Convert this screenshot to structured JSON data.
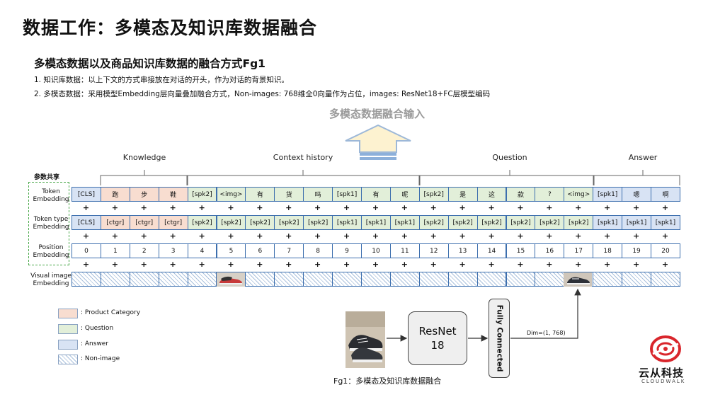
{
  "title": "数据工作：多模态及知识库数据融合",
  "subtitle": "多模态数据以及商品知识库数据的融合方式Fg1",
  "bullets": [
    "1. 知识库数据：以上下文的方式串接放在对话的开头，作为对话的背景知识。",
    "2. 多模态数据：采用模型Embedding层向量叠加融合方式，Non-images: 768维全0向量作为占位，images: ResNet18+FC层模型编码"
  ],
  "input_label": "多模态数据融合输入",
  "groups": [
    "Knowledge",
    "Context history",
    "Question",
    "Answer"
  ],
  "param_share": "参数共享",
  "row_labels": {
    "token": "Token Embedding",
    "token_type": "Token type Embedding",
    "position": "Position Embedding",
    "visual": "Visual image Embedding"
  },
  "plus": "+",
  "tokens": [
    "[CLS]",
    "跑",
    "步",
    "鞋",
    "[spk2]",
    "<img>",
    "有",
    "货",
    "吗",
    "[spk1]",
    "有",
    "呢",
    "[spk2]",
    "是",
    "这",
    "款",
    "?",
    "<img>",
    "[spk1]",
    "嗯",
    "啊"
  ],
  "token_types": [
    "[CLS]",
    "[ctgr]",
    "[ctgr]",
    "[ctgr]",
    "[spk2]",
    "[spk2]",
    "[spk2]",
    "[spk2]",
    "[spk2]",
    "[spk1]",
    "[spk1]",
    "[spk1]",
    "[spk2]",
    "[spk2]",
    "[spk2]",
    "[spk2]",
    "[spk2]",
    "[spk2]",
    "[spk1]",
    "[spk1]",
    "[spk1]"
  ],
  "positions": [
    "0",
    "1",
    "2",
    "3",
    "4",
    "5",
    "6",
    "7",
    "8",
    "9",
    "10",
    "11",
    "12",
    "13",
    "14",
    "15",
    "16",
    "17",
    "18",
    "19",
    "20"
  ],
  "legend": [
    {
      "label": ": Product Category",
      "color": "#f8ddd0"
    },
    {
      "label": ": Question",
      "color": "#e2efd9"
    },
    {
      "label": ": Answer",
      "color": "#d8e3f4"
    },
    {
      "label": ": Non-image",
      "color": "hatch"
    }
  ],
  "resnet_label": "ResNet\n18",
  "fc_label": "Fully Connected",
  "dim_label": "Dim=(1, 768)",
  "caption": "Fg1：多模态及知识库数据融合",
  "logo_text": "云从科技",
  "logo_sub": "CLOUDWALK",
  "colors": {
    "product_category": "#f8ddd0",
    "question": "#e2efd9",
    "answer": "#d8e3f4",
    "border": "#3d6fae",
    "logo_red": "#d9262c"
  }
}
